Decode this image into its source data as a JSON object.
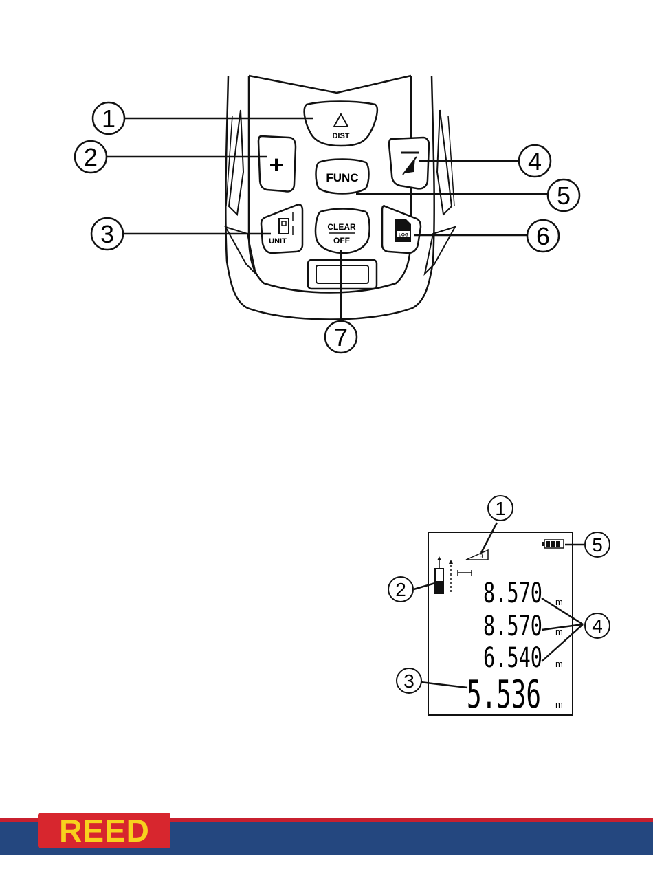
{
  "keypad": {
    "buttons": {
      "dist": "DIST",
      "plus": "+",
      "func": "FUNC",
      "unit": "UNIT",
      "clear": "CLEAR",
      "off": "OFF",
      "log": "LOG"
    },
    "callouts": [
      "1",
      "2",
      "3",
      "4",
      "5",
      "6",
      "7"
    ]
  },
  "lcd": {
    "angle_symbol": "θ",
    "lines": [
      "8.570",
      "8.570",
      "6.540"
    ],
    "main": "5.536",
    "unit": "m",
    "callouts": [
      "1",
      "2",
      "3",
      "4",
      "5"
    ]
  },
  "footer": {
    "brand": "REED",
    "colors": {
      "red": "#c8202f",
      "blue": "#24477f",
      "logo_bg": "#d7262e",
      "logo_text": "#f7d11e"
    }
  }
}
